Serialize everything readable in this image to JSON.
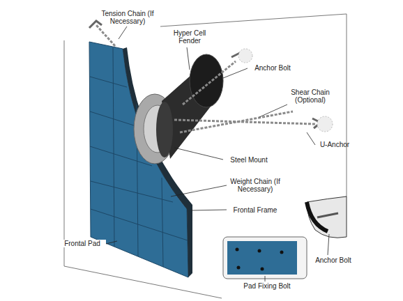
{
  "diagram": {
    "labels": [
      "Tension Chain (If Necessary)",
      "Hyper Cell Fender",
      "Anchor Bolt",
      "Shear Chain (Optional)",
      "U-Anchor",
      "Steel Mount",
      "Weight Chain (If Necessary)",
      "Frontal Frame",
      "Frontal Pad",
      "Anchor Bolt",
      "Pad Fixing Bolt"
    ]
  }
}
